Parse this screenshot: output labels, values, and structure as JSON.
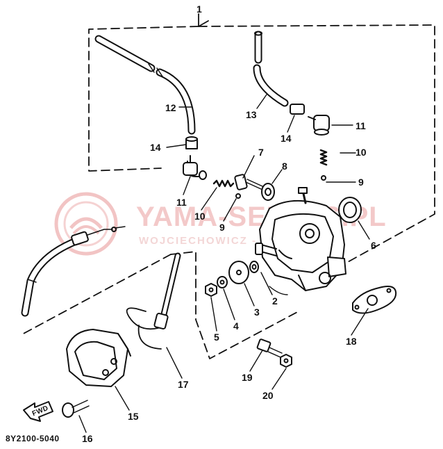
{
  "watermark": {
    "main": "YAMA-SERWIS.PL",
    "sub": "WOJCIECHOWICZ - YAMAHA"
  },
  "diagram_code": "8Y2100-5040",
  "fwd_label": "FWD",
  "labels": {
    "n1": "1",
    "n2": "2",
    "n3": "3",
    "n4": "4",
    "n5": "5",
    "n6": "6",
    "n7": "7",
    "n8": "8",
    "n9a": "9",
    "n9b": "9",
    "n10a": "10",
    "n10b": "10",
    "n11a": "11",
    "n11b": "11",
    "n12": "12",
    "n13": "13",
    "n14a": "14",
    "n14b": "14",
    "n15": "15",
    "n16": "16",
    "n17": "17",
    "n18": "18",
    "n19": "19",
    "n20": "20"
  },
  "colors": {
    "ink": "#111111",
    "watermark": "#f0bcbc"
  }
}
